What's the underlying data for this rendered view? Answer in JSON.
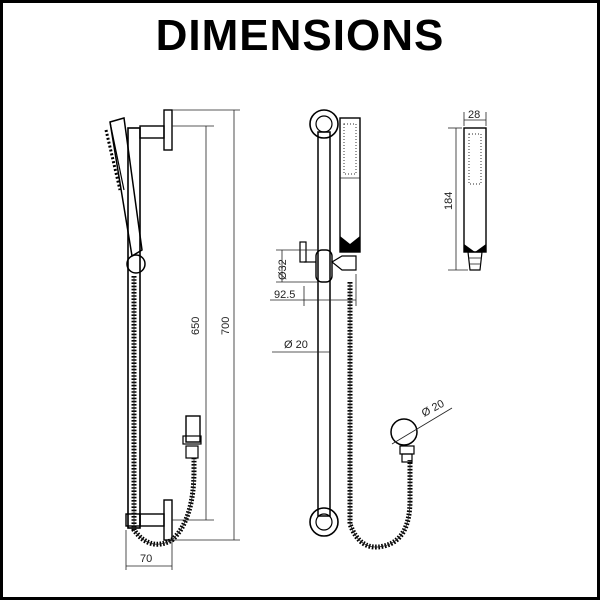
{
  "title": "DIMENSIONS",
  "dimensions": {
    "bracket_depth": "70",
    "rail_height_650": "650",
    "overall_height_700": "700",
    "holder_diameter": "Ø32",
    "holder_offset": "92.5",
    "rail_diameter": "Ø 20",
    "elbow_diameter": "Ø 20",
    "handset_width": "28",
    "handset_length": "184"
  }
}
